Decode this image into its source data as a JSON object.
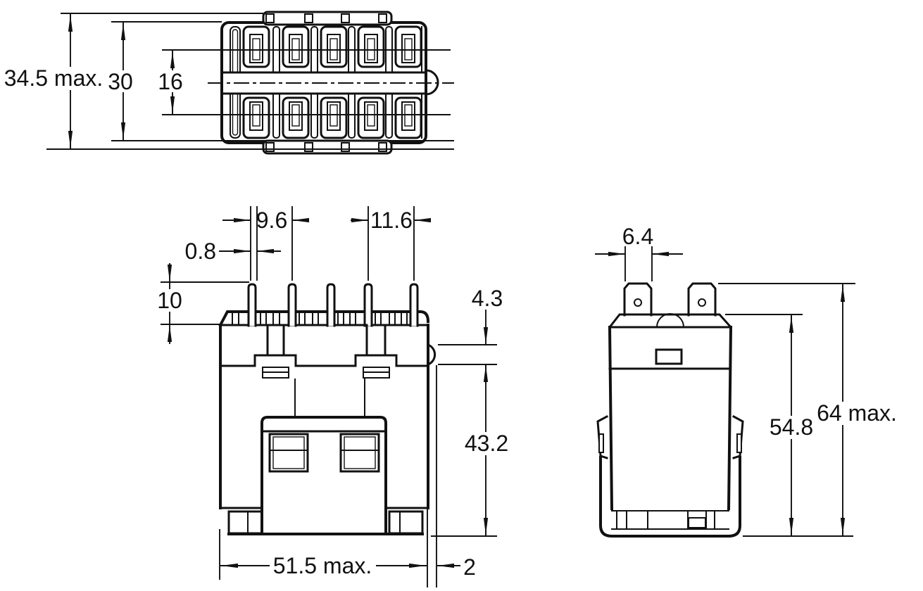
{
  "drawing": {
    "background": "#ffffff",
    "ink": "#111111",
    "views": {
      "top": {
        "dims": {
          "overall_depth": "34.5 max.",
          "case_depth": "30",
          "contact_row_span": "16"
        }
      },
      "front": {
        "dims": {
          "pin_pitch_left": "9.6",
          "pin_pitch_right": "11.6",
          "pin_thickness": "0.8",
          "pin_length": "10",
          "protrusion_height": "4.3",
          "body_height": "43.2",
          "overall_width": "51.5 max.",
          "protrusion_offset": "2"
        }
      },
      "side": {
        "dims": {
          "tab_width": "6.4",
          "case_height": "54.8",
          "overall_height": "64 max."
        }
      }
    }
  }
}
